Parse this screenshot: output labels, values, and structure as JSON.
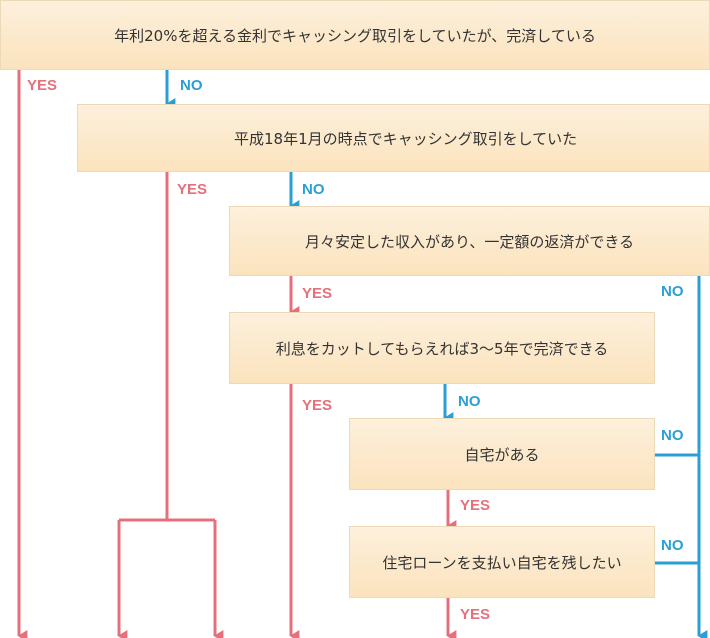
{
  "colors": {
    "yes": "#e5707c",
    "no": "#2a9fd6",
    "box_top": "#fdf0dc",
    "box_bottom": "#fbe3bd"
  },
  "nodes": [
    {
      "id": "q1",
      "text": "年利20%を超える金利でキャッシング取引をしていたが、完済している"
    },
    {
      "id": "q2",
      "text": "平成18年1月の時点でキャッシング取引をしていた"
    },
    {
      "id": "q3",
      "text": "月々安定した収入があり、一定額の返済ができる"
    },
    {
      "id": "q4",
      "text": "利息をカットしてもらえれば3〜5年で完済できる"
    },
    {
      "id": "q5",
      "text": "自宅がある"
    },
    {
      "id": "q6",
      "text": "住宅ローンを支払い自宅を残したい"
    }
  ],
  "labels": {
    "yes": "YES",
    "no": "NO"
  }
}
